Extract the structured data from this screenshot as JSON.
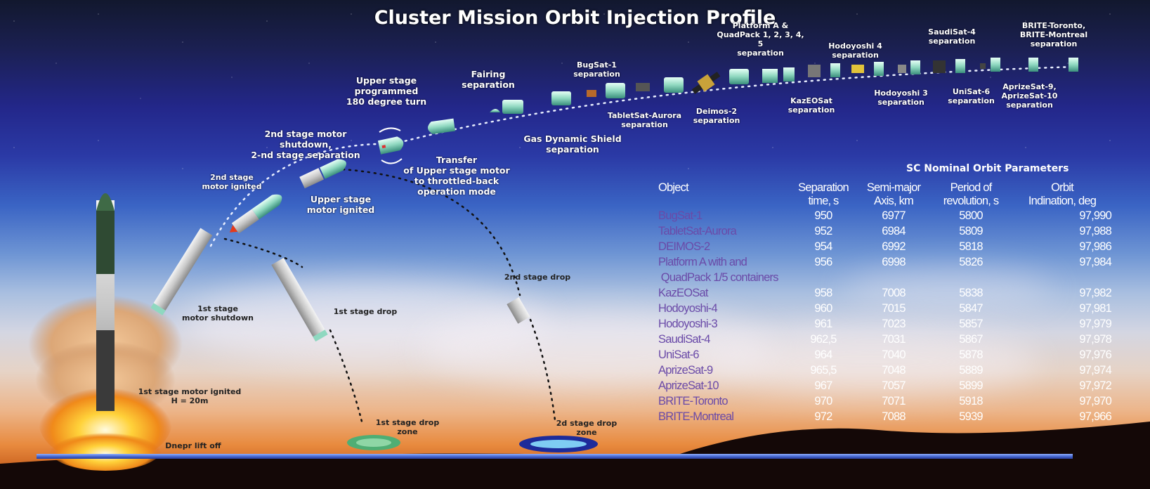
{
  "title": "Cluster Mission Orbit Injection Profile",
  "colors": {
    "satellite_name": "#6a4aa8",
    "table_values": "#ffffff",
    "drop_zone_1": "#4fae74",
    "drop_zone_2": "#1d2b9a",
    "baseline": "#3f5fc9"
  },
  "flight_events": [
    {
      "id": "liftoff",
      "text": "Dnepr lift off"
    },
    {
      "id": "s1-ignite",
      "text": "1st stage motor ignited\nH = 20m"
    },
    {
      "id": "s1-shutdown",
      "text": "1st stage\nmotor shutdown"
    },
    {
      "id": "s1-drop",
      "text": "1st stage drop"
    },
    {
      "id": "s1-zone",
      "text": "1st stage drop zone"
    },
    {
      "id": "s2-ignite",
      "text": "2nd stage\nmotor ignited"
    },
    {
      "id": "s2-shutdown",
      "text": "2nd stage motor shutdown,\n2-nd stage separation"
    },
    {
      "id": "s2-drop",
      "text": "2nd stage drop"
    },
    {
      "id": "s2-zone",
      "text": "2d stage drop zone"
    },
    {
      "id": "us-ignite",
      "text": "Upper stage\nmotor ignited"
    },
    {
      "id": "us-turn",
      "text": "Upper stage\nprogrammed\n180 degree turn"
    },
    {
      "id": "us-transfer",
      "text": "Transfer\nof Upper stage motor\nto throttled-back\noperation mode"
    },
    {
      "id": "fairing",
      "text": "Fairing\nseparation"
    },
    {
      "id": "gds",
      "text": "Gas Dynamic Shield\nseparation"
    }
  ],
  "separation_labels": [
    {
      "id": "bugsat",
      "text": "BugSat-1\nseparation"
    },
    {
      "id": "tabletsat",
      "text": "TabletSat-Aurora\nseparation"
    },
    {
      "id": "deimos",
      "text": "Deimos-2\nseparation"
    },
    {
      "id": "platform",
      "text": "Platform A &\nQuadPack 1, 2, 3, 4, 5\nseparation"
    },
    {
      "id": "kazeosat",
      "text": "KazEOSat\nseparation"
    },
    {
      "id": "hodo4",
      "text": "Hodoyoshi 4\nseparation"
    },
    {
      "id": "hodo3",
      "text": "Hodoyoshi 3\nseparation"
    },
    {
      "id": "saudisat",
      "text": "SaudiSat-4\nseparation"
    },
    {
      "id": "unisat",
      "text": "UniSat-6\nseparation"
    },
    {
      "id": "aprize",
      "text": "AprizeSat-9,\nAprizeSat-10\nseparation"
    },
    {
      "id": "brite",
      "text": "BRITE-Toronto,\nBRITE-Montreal\nseparation"
    }
  ],
  "table": {
    "title": "SC Nominal Orbit Parameters",
    "headers": {
      "object": "Object",
      "sep_time": "Separation\ntime, s",
      "axis": "Semi-major\nAxis, km",
      "period": "Period of\nrevolution, s",
      "incl": "Orbit\nIndination, deg"
    },
    "rows": [
      {
        "object": "BugSat-1",
        "sep_time": "950",
        "axis": "6977",
        "period": "5800",
        "incl": "97,990"
      },
      {
        "object": "TabletSat-Aurora",
        "sep_time": "952",
        "axis": "6984",
        "period": "5809",
        "incl": "97,988"
      },
      {
        "object": "DEIMOS-2",
        "sep_time": "954",
        "axis": "6992",
        "period": "5818",
        "incl": "97,986"
      },
      {
        "object": "Platform A with and\n QuadPack 1/5 containers",
        "sep_time": "956",
        "axis": "6998",
        "period": "5826",
        "incl": "97,984"
      },
      {
        "object": "KazEOSat",
        "sep_time": "958",
        "axis": "7008",
        "period": "5838",
        "incl": "97,982"
      },
      {
        "object": "Hodoyoshi-4",
        "sep_time": "960",
        "axis": "7015",
        "period": "5847",
        "incl": "97,981"
      },
      {
        "object": "Hodoyoshi-3",
        "sep_time": "961",
        "axis": "7023",
        "period": "5857",
        "incl": "97,979"
      },
      {
        "object": "SaudiSat-4",
        "sep_time": "962,5",
        "axis": "7031",
        "period": "5867",
        "incl": "97,978"
      },
      {
        "object": "UniSat-6",
        "sep_time": "964",
        "axis": "7040",
        "period": "5878",
        "incl": "97,976"
      },
      {
        "object": "AprizeSat-9",
        "sep_time": "965,5",
        "axis": "7048",
        "period": "5889",
        "incl": "97,974"
      },
      {
        "object": "AprizeSat-10",
        "sep_time": "967",
        "axis": "7057",
        "period": "5899",
        "incl": "97,972"
      },
      {
        "object": "BRITE-Toronto",
        "sep_time": "970",
        "axis": "7071",
        "period": "5918",
        "incl": "97,970"
      },
      {
        "object": "BRITE-Montreal",
        "sep_time": "972",
        "axis": "7088",
        "period": "5939",
        "incl": "97,966"
      }
    ]
  }
}
